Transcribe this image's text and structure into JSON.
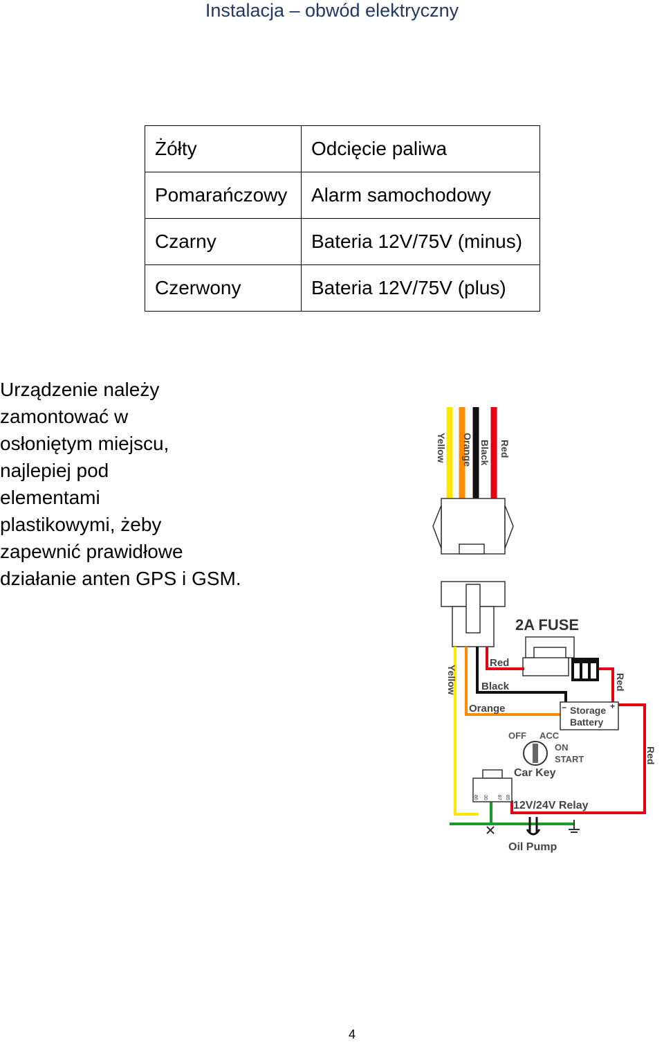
{
  "header": {
    "title": "Instalacja – obwód elektryczny"
  },
  "wire_table": {
    "rows": [
      {
        "color": "Żółty",
        "function": "Odcięcie paliwa"
      },
      {
        "color": "Pomarańczowy",
        "function": "Alarm samochodowy"
      },
      {
        "color": "Czarny",
        "function": "Bateria 12V/75V (minus)"
      },
      {
        "color": "Czerwony",
        "function": "Bateria 12V/75V (plus)"
      }
    ]
  },
  "note": {
    "lines": [
      "Urządzenie należy",
      "zamontować w",
      "osłoniętym miejscu,",
      "najlepiej pod",
      "elementami",
      "plastikowymi, żeby",
      "zapewnić prawidłowe",
      "działanie anten GPS i GSM."
    ]
  },
  "diagram": {
    "connector_labels": [
      "Yellow",
      "Orange",
      "Black",
      "Red"
    ],
    "wire_colors": {
      "yellow": "#ffe600",
      "orange": "#ff8c00",
      "black": "#111111",
      "red": "#e60012",
      "green": "#1a9a2a"
    },
    "fuse_label": "2A FUSE",
    "labels": {
      "yellow": "Yellow",
      "red_top": "Red",
      "black": "Black",
      "orange": "Orange",
      "red_side": "Red",
      "red_right": "Red",
      "battery_1": "Storage",
      "battery_2": "Battery",
      "minus": "−",
      "plus": "+",
      "off": "OFF",
      "acc": "ACC",
      "on": "ON",
      "start": "START",
      "car_key": "Car Key",
      "relay": "12V/24V Relay",
      "relay_pins": [
        "86",
        "30",
        "87",
        "85"
      ],
      "oil_pump": "Oil Pump"
    }
  },
  "footer": {
    "page_number": "4"
  }
}
